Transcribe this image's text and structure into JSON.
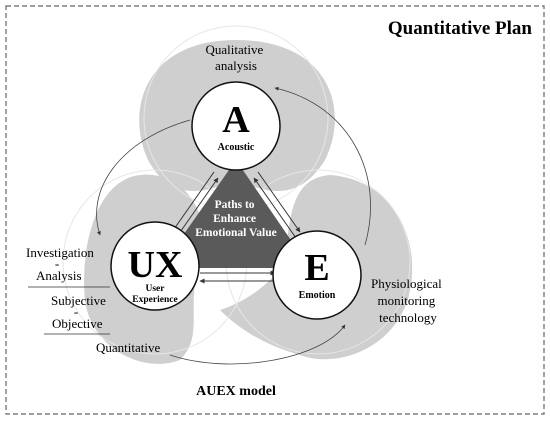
{
  "frame_title": "Quantitative Plan",
  "model_caption": "AUEX model",
  "center_label": [
    "Paths to",
    "Enhance",
    "Emotional Value"
  ],
  "nodes": {
    "acoustic": {
      "letter": "A",
      "label": "Acoustic"
    },
    "ux": {
      "letter": "UX",
      "label_line1": "User",
      "label_line2": "Experience"
    },
    "emotion": {
      "letter": "E",
      "label": "Emotion"
    }
  },
  "annotations": {
    "qualitative": [
      "Qualitative",
      "analysis"
    ],
    "investigation": "Investigation",
    "dash1": "-",
    "analysis": "Analysis",
    "subjective": "Subjective",
    "dash2": "-",
    "objective": "Objective",
    "quantitative": "Quantitative",
    "physiological": [
      "Physiological",
      "monitoring",
      "technology"
    ]
  },
  "colors": {
    "petal": "#cfcfcf",
    "center_triangle": "#5a5a5a",
    "node_fill": "#ffffff",
    "frame_border": "#666666"
  }
}
